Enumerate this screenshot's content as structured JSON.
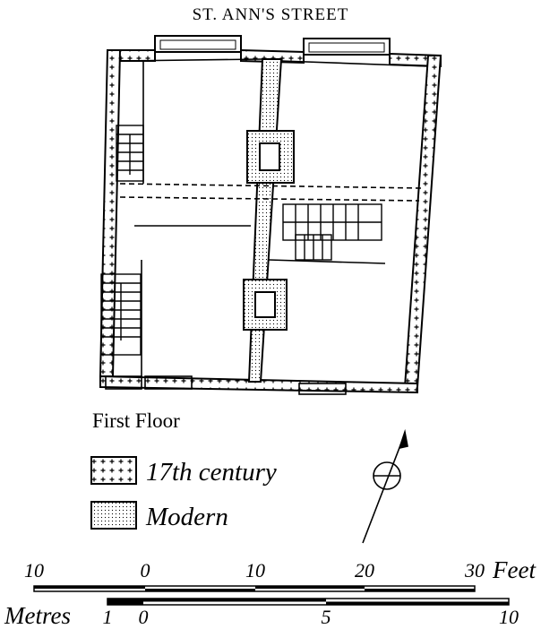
{
  "street_name": "ST. ANN'S STREET",
  "floor_label": "First Floor",
  "legend": [
    {
      "label": "17th century",
      "pattern": "crosses"
    },
    {
      "label": "Modern",
      "pattern": "dots"
    }
  ],
  "scale_feet": {
    "unit": "Feet",
    "ticks": [
      "10",
      "0",
      "10",
      "20",
      "30"
    ]
  },
  "scale_metres": {
    "unit": "Metres",
    "ticks": [
      "1",
      "0",
      "5",
      "10"
    ]
  },
  "north_arrow_icon": "north-arrow-icon",
  "colors": {
    "ink": "#000000",
    "paper": "#ffffff"
  }
}
